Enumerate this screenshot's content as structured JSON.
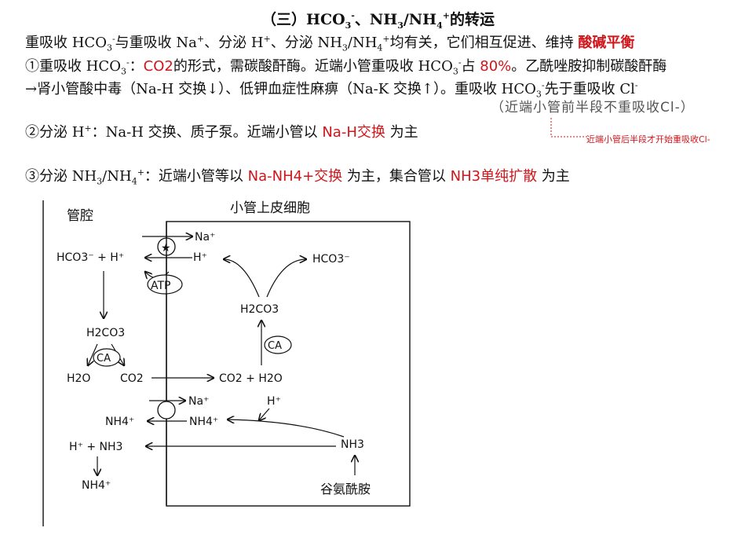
{
  "title": {
    "prefix": "（三）",
    "hco3": "HCO",
    "hco3_sub": "3",
    "hco3_sup": "-",
    "sep": "、",
    "nh3": "NH",
    "nh3_sub": "3",
    "slash": "/NH",
    "nh4_sub": "4",
    "nh4_sup": "+",
    "suffix": "的转运"
  },
  "line1": {
    "a": "重吸收 HCO",
    "a_sub": "3",
    "a_sup": "-",
    "b": "与重吸收 Na",
    "b_sup": "+",
    "c": "、分泌 H",
    "c_sup": "+",
    "d": "、分泌 NH",
    "d_sub": "3",
    "e": "/NH",
    "e_sub": "4",
    "e_sup": "+",
    "f": "均有关，它们相互促进、维持 ",
    "emph": "酸碱平衡"
  },
  "line2": {
    "a": "①重吸收 HCO",
    "a_sub": "3",
    "a_sup": "-",
    "b": "：",
    "co2": "CO2",
    "c": "的形式，需碳酸酐酶。近端小管重吸收 HCO",
    "c_sub": "3",
    "c_sup": "-",
    "d": "占 ",
    "pct": "80%",
    "e": "。乙酰唑胺抑制碳酸酐酶"
  },
  "line3": {
    "a": "→肾小管酸中毒（Na-H 交换↓）、低钾血症性麻痹（Na-K 交换↑）。重吸收 HCO",
    "a_sub": "3",
    "a_sup": "-",
    "b": "先于重吸收 Cl",
    "b_sup": "-"
  },
  "note_gray": "（近端小管前半段不重吸收Cl-）",
  "line4": {
    "a": "②分泌 H",
    "a_sup": "+",
    "b": "：Na-H 交换、质子泵。近端小管以 ",
    "emph": "Na-H交换",
    "c": " 为主"
  },
  "side_note": "近端小管后半段才开始重吸收Cl-",
  "line5": {
    "a": "③分泌 NH",
    "a_sub": "3",
    "b": "/NH",
    "b_sub": "4",
    "b_sup": "+",
    "c": "：近端小管等以 ",
    "emph1": "Na-NH4+交换",
    "d": " 为主，集合管以 ",
    "emph2": "NH3单纯扩散",
    "e": " 为主"
  },
  "diagram": {
    "lumen_label": "管腔",
    "cell_label": "小管上皮细胞",
    "na_top": "Na⁺",
    "hco3_h_left": "HCO3⁻ + H⁺",
    "h_cell": "H⁺",
    "hco3_cell": "HCO3⁻",
    "atp": "ATP",
    "h2co3_cell": "H2CO3",
    "ca_cell": "CA",
    "h2co3_lumen": "H2CO3",
    "ca_lumen": "CA",
    "h2o_lumen": "H2O",
    "co2_lumen": "CO2",
    "co2_h2o_cell": "CO2 + H2O",
    "na_mid": "Na⁺",
    "h_mid": "H⁺",
    "nh4_lumen": "NH4⁺",
    "nh4_cell": "NH4⁺",
    "h_nh3_lumen": "H⁺ + NH3",
    "nh3_cell": "NH3",
    "nh4_bottom": "NH4⁺",
    "glutamine": "谷氨酰胺"
  }
}
